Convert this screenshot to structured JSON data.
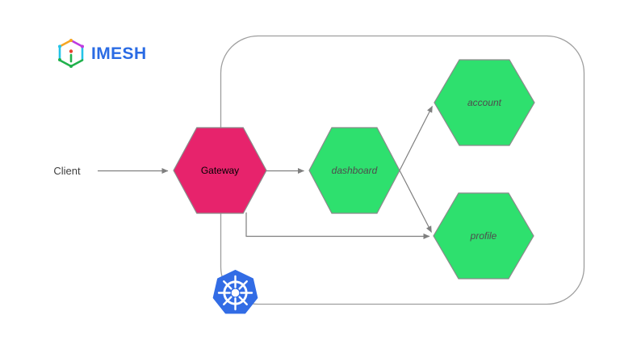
{
  "brand": {
    "name": "IMESH",
    "text_color": "#2a6be4"
  },
  "diagram": {
    "client": {
      "label": "Client"
    },
    "nodes": {
      "gateway": {
        "label": "Gateway",
        "fill": "#e7236c",
        "text_color": "#000000"
      },
      "dashboard": {
        "label": "dashboard",
        "fill": "#2ee06e",
        "text_color": "#4d4d4d"
      },
      "account": {
        "label": "account",
        "fill": "#2ee06e",
        "text_color": "#4d4d4d"
      },
      "profile": {
        "label": "profile",
        "fill": "#2ee06e",
        "text_color": "#4d4d4d"
      }
    },
    "edges": [
      {
        "from": "client",
        "to": "gateway"
      },
      {
        "from": "gateway",
        "to": "dashboard"
      },
      {
        "from": "dashboard",
        "to": "account"
      },
      {
        "from": "dashboard",
        "to": "profile"
      },
      {
        "from": "gateway",
        "to": "profile"
      }
    ],
    "colors": {
      "kubernetes_blue": "#326ce5",
      "connector_gray": "#7f7f7f",
      "cluster_border": "#9e9e9e",
      "hexagon_border": "#8a8a8a"
    }
  }
}
